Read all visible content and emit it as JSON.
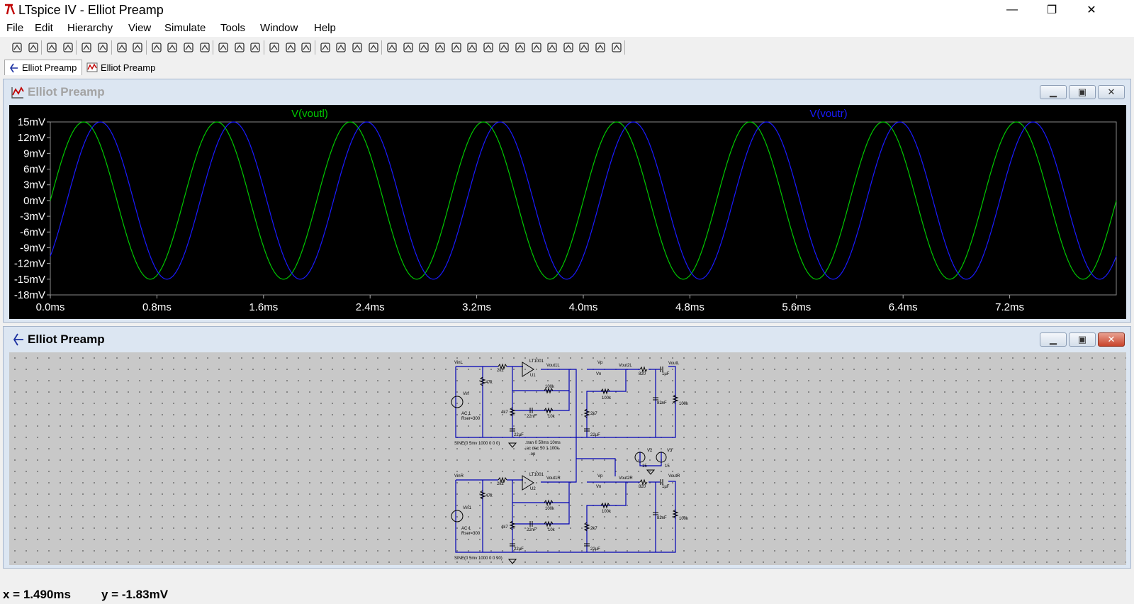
{
  "window": {
    "title": "LTspice IV - Elliot Preamp",
    "controls": {
      "minimize": "—",
      "restore": "❐",
      "close": "✕"
    }
  },
  "menu": [
    "File",
    "Edit",
    "Hierarchy",
    "View",
    "Simulate",
    "Tools",
    "Window",
    "Help"
  ],
  "toolbar_icons": [
    "new-schematic-icon",
    "open-icon",
    "save-icon",
    "control-panel-icon",
    "run-icon",
    "halt-icon",
    "zoom-in-icon",
    "pan-icon",
    "zoom-out-icon",
    "zoom-fit-icon",
    "autorange-icon",
    "plot-settings-icon",
    "tile-horizontal-icon",
    "cascade-icon",
    "tile-vertical-icon",
    "cut-icon",
    "copy-icon",
    "paste-icon",
    "find-icon",
    "print-preview-icon",
    "print-icon",
    "wire-icon",
    "ground-icon",
    "label-net-icon",
    "resistor-icon",
    "capacitor-icon",
    "inductor-icon",
    "diode-icon",
    "component-icon",
    "move-icon",
    "drag-icon",
    "undo-icon",
    "redo-icon",
    "rotate-icon",
    "mirror-icon",
    "text-icon",
    "spice-directive-icon"
  ],
  "tabs": [
    {
      "label": "Elliot Preamp",
      "kind": "schematic",
      "active": true
    },
    {
      "label": "Elliot Preamp",
      "kind": "waveform",
      "active": false
    }
  ],
  "waveform_window": {
    "title": "Elliot Preamp",
    "trace_labels": [
      {
        "text": "V(voutl)",
        "color": "#00c800"
      },
      {
        "text": "V(voutr)",
        "color": "#1a1aff"
      }
    ]
  },
  "schematic_window": {
    "title": "Elliot Preamp",
    "labels": {
      "vinl": "VinL",
      "vinr": "VinR",
      "vin": "Vin",
      "vin1": "Vin1",
      "r2k2": "2k2",
      "r47k": "47k",
      "opamp": "LT1001",
      "u1": "U1",
      "u2": "U2",
      "vout1l": "Vout1L",
      "vout1r": "Vout1R",
      "vout2l": "Vout2L",
      "vout2r": "Vout2R",
      "voutl": "VoutL",
      "voutr": "VoutR",
      "r100k": "100k",
      "r10k": "10k",
      "r4k7": "4k7",
      "c22nf": "22nF",
      "c22uf": "22µF",
      "r2k7": "2k7",
      "r820": "820",
      "c1uf": "1µF",
      "c82nf": "82nF",
      "ac1": "AC 1",
      "rser": "Rser=300",
      "sine_l": "SINE(0 5mv 1000 0 0 0)",
      "sine_r": "SINE(0 5mv 1000 0 0 90)",
      "tran": ".tran 0 50ms 10ms",
      "ac": ";ac dec 50 1 100k",
      "op": ".op",
      "vp": "Vp",
      "vn": "Vn",
      "v2": "V2",
      "v3": "V3",
      "v15": "15"
    }
  },
  "status": {
    "x": "x = 1.490ms",
    "y": "y = -1.83mV"
  },
  "chart_data": {
    "type": "line",
    "title": "",
    "xlabel": "",
    "ylabel": "",
    "x_ticks": [
      "0.0ms",
      "0.8ms",
      "1.6ms",
      "2.4ms",
      "3.2ms",
      "4.0ms",
      "4.8ms",
      "5.6ms",
      "6.4ms",
      "7.2ms"
    ],
    "y_ticks": [
      "15mV",
      "12mV",
      "9mV",
      "6mV",
      "3mV",
      "0mV",
      "-3mV",
      "-6mV",
      "-9mV",
      "-12mV",
      "-15mV",
      "-18mV"
    ],
    "xlim_ms": [
      0,
      8.0
    ],
    "ylim_mV": [
      -18,
      15
    ],
    "grid": false,
    "series": [
      {
        "name": "V(voutl)",
        "color": "#00c800",
        "amplitude_mV": 15,
        "frequency_Hz": 1000,
        "phase_deg": 0,
        "offset_mV": 0
      },
      {
        "name": "V(voutr)",
        "color": "#1a1aff",
        "amplitude_mV": 15,
        "frequency_Hz": 1000,
        "phase_deg": -45,
        "offset_mV": 0
      }
    ]
  }
}
